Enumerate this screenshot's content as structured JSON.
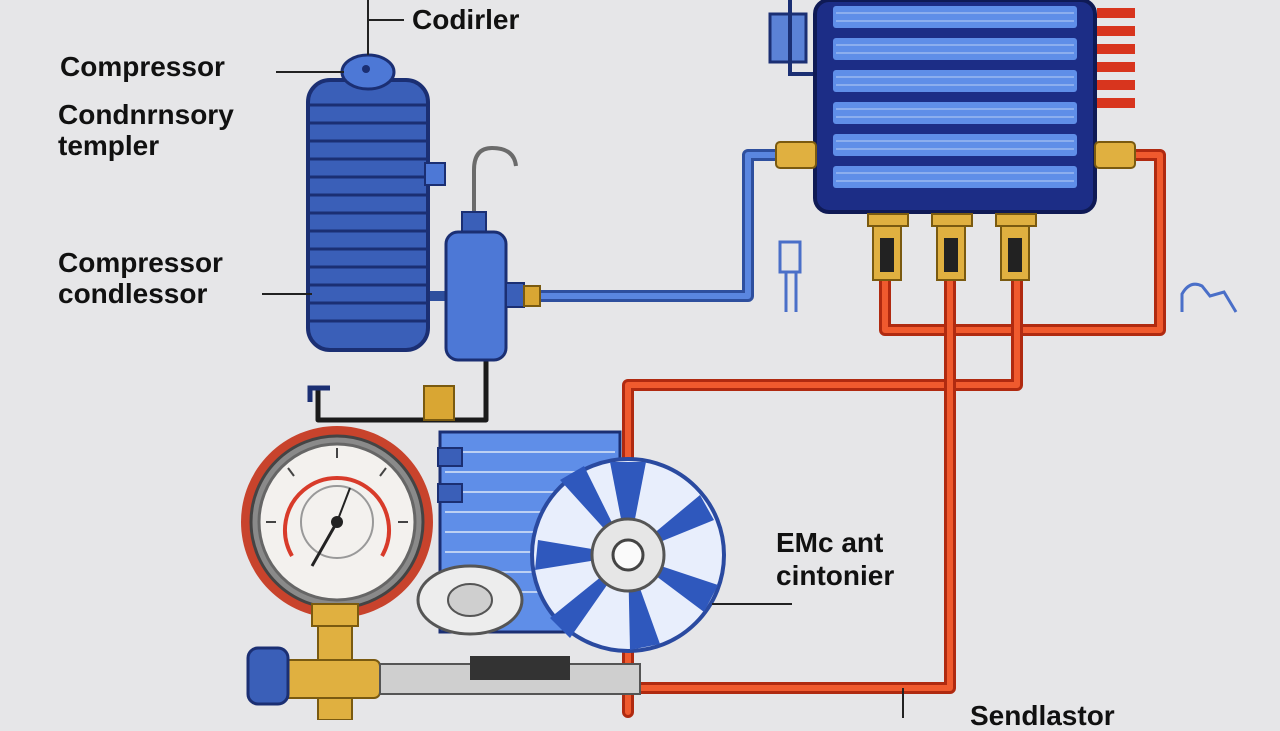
{
  "labels": {
    "condenser_top": "Codirler",
    "compressor": "Compressor",
    "condensory_line1": "Condnrnsory",
    "condensory_line2": "templer",
    "compressor_condlessor_line1": "Compressor",
    "compressor_condlessor_line2": "condlessor",
    "fan_line1": "EMc ant",
    "fan_line2": "cintonier",
    "bottom": "Sendlastor"
  },
  "colors": {
    "background": "#e6e6e8",
    "refrigerant_hot": "#e03a1a",
    "refrigerant_cold": "#3f67c8",
    "component_blue": "#3a5fb8",
    "brass": "#d9a633",
    "gauge_red": "#d83b2a",
    "leader_line": "#222222"
  },
  "icons": [
    "compressor-tank-icon",
    "condenser-coil-icon",
    "filter-drier-icon",
    "pressure-gauge-icon",
    "fan-icon",
    "service-valve-icon"
  ]
}
